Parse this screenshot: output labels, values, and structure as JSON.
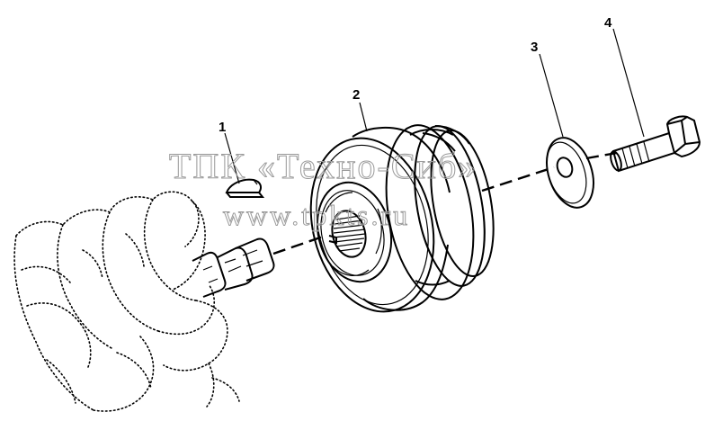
{
  "callouts": [
    {
      "id": "1",
      "label": "1",
      "part": "crankshaft-key"
    },
    {
      "id": "2",
      "label": "2",
      "part": "crankshaft-balancer"
    },
    {
      "id": "3",
      "label": "3",
      "part": "washer"
    },
    {
      "id": "4",
      "label": "4",
      "part": "bolt"
    }
  ],
  "watermark": {
    "line1": "ТПК «Техно-Сиб»",
    "line2": "www.tpkts.ru"
  }
}
